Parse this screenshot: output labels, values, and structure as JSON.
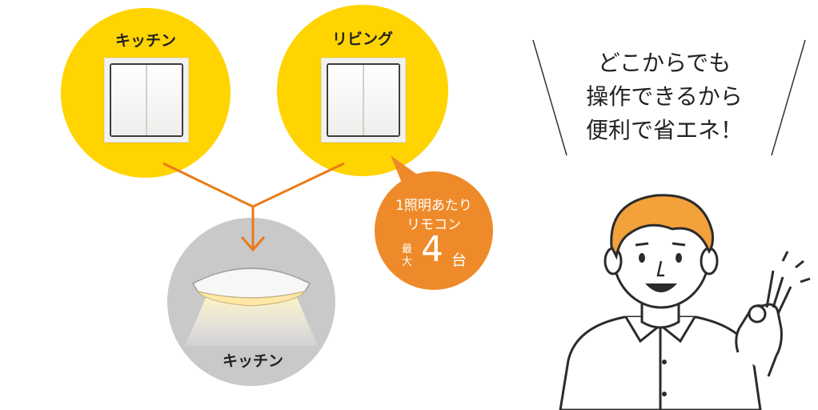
{
  "switches": [
    {
      "label": "キッチン"
    },
    {
      "label": "リビング"
    }
  ],
  "light": {
    "label": "キッチン"
  },
  "badge": {
    "line1": "1照明あたり",
    "line2": "リモコン",
    "max_label_top": "最",
    "max_label_bottom": "大",
    "count": "4",
    "unit": "台"
  },
  "message": {
    "lines": [
      "どこからでも",
      "操作できるから",
      "便利で省エネ！"
    ]
  },
  "colors": {
    "yellow": "#ffd400",
    "orange": "#ee8a2a",
    "arrow": "#ea7a16",
    "gray": "#c9c9c9",
    "hair": "#f3a13a"
  }
}
